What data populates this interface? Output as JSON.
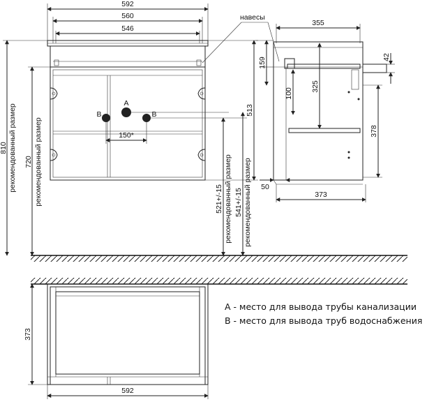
{
  "front": {
    "width_outer": "592",
    "width_mid": "560",
    "width_inner": "546",
    "height_total": "810",
    "height_total_note": "рекомендованный размер",
    "height_mount": "720",
    "height_mount_note": "рекомендованный размер",
    "height_cabinet": "513",
    "pipe_a_height": "521+/-15",
    "pipe_a_note": "рекомендованный размер",
    "pipe_b_height": "541+/-15",
    "pipe_b_note": "рекомендованный размер",
    "pipe_spacing": "150*",
    "pipe_a_label": "A",
    "pipe_b_left_label": "B",
    "pipe_b_right_label": "B",
    "hinges_label": "навесы"
  },
  "side": {
    "depth_top": "355",
    "depth_bottom": "373",
    "dim_159": "159",
    "dim_100": "100",
    "dim_325": "325",
    "dim_378": "378",
    "dim_42": "42",
    "dim_50": "50"
  },
  "top_view": {
    "depth": "373",
    "width": "592"
  },
  "legend": {
    "a": "A - место для вывода трубы канализации",
    "b": "B - место для вывода труб водоснабжения"
  }
}
